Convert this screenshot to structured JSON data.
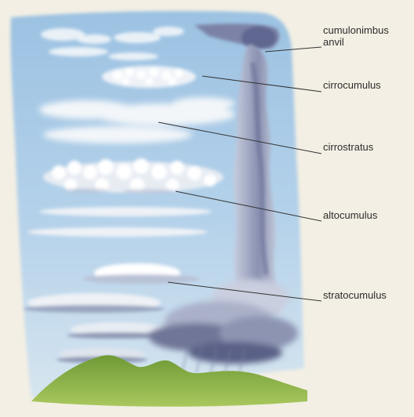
{
  "labels": {
    "cumulonimbus_line1": "cumulonimbus",
    "cumulonimbus_line2": "anvil",
    "cirrocumulus": "cirrocumulus",
    "cirrostratus": "cirrostratus",
    "altocumulus": "altocumulus",
    "stratocumulus": "stratocumulus"
  },
  "colors": {
    "paper": "#f3efe4",
    "sky_top": "#9cc2e2",
    "sky_bottom": "#cfe1ef",
    "cloud_white": "#f7f9fb",
    "cloud_shadow": "#9aa6bf",
    "storm_gray": "#6e7597",
    "hills": "#7fa83c",
    "leader_line": "#333333"
  }
}
